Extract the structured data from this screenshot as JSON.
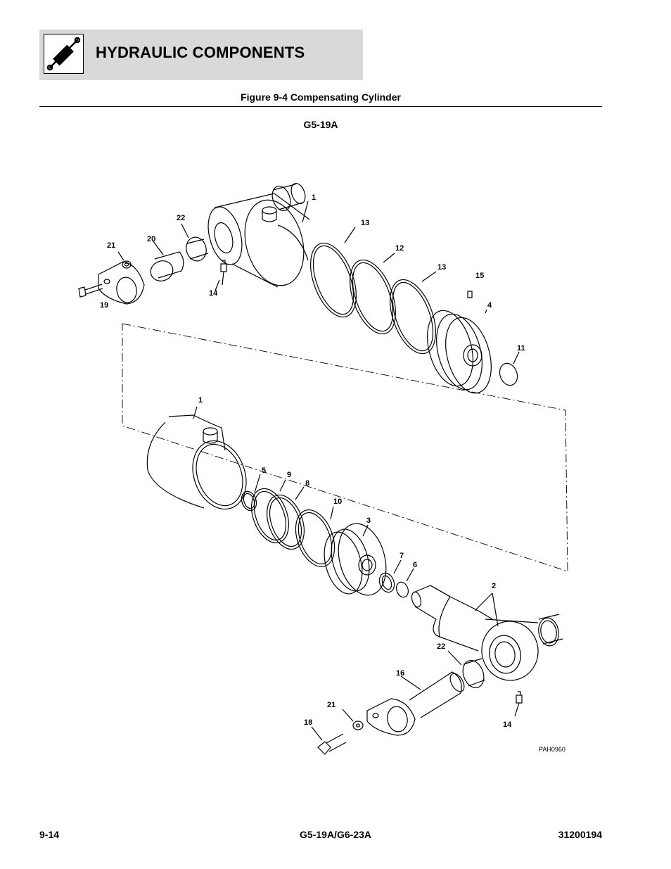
{
  "header": {
    "title": "HYDRAULIC COMPONENTS",
    "icon": "hydraulic-cylinder-icon"
  },
  "figure": {
    "caption": "Figure 9-4 Compensating Cylinder",
    "model": "G5-19A",
    "drawing_id": "PAH0960"
  },
  "callouts": {
    "c1a": "1",
    "c22a": "22",
    "c20": "20",
    "c21a": "21",
    "c19": "19",
    "c14a": "14",
    "c13a": "13",
    "c12": "12",
    "c13b": "13",
    "c15": "15",
    "c4": "4",
    "c11": "11",
    "c1b": "1",
    "c5": "5",
    "c9": "9",
    "c8": "8",
    "c10": "10",
    "c3": "3",
    "c7": "7",
    "c6": "6",
    "c2": "2",
    "c22b": "22",
    "c16": "16",
    "c21b": "21",
    "c18": "18",
    "c14b": "14"
  },
  "footer": {
    "page_number": "9-14",
    "models": "G5-19A/G6-23A",
    "document_number": "31200194"
  }
}
